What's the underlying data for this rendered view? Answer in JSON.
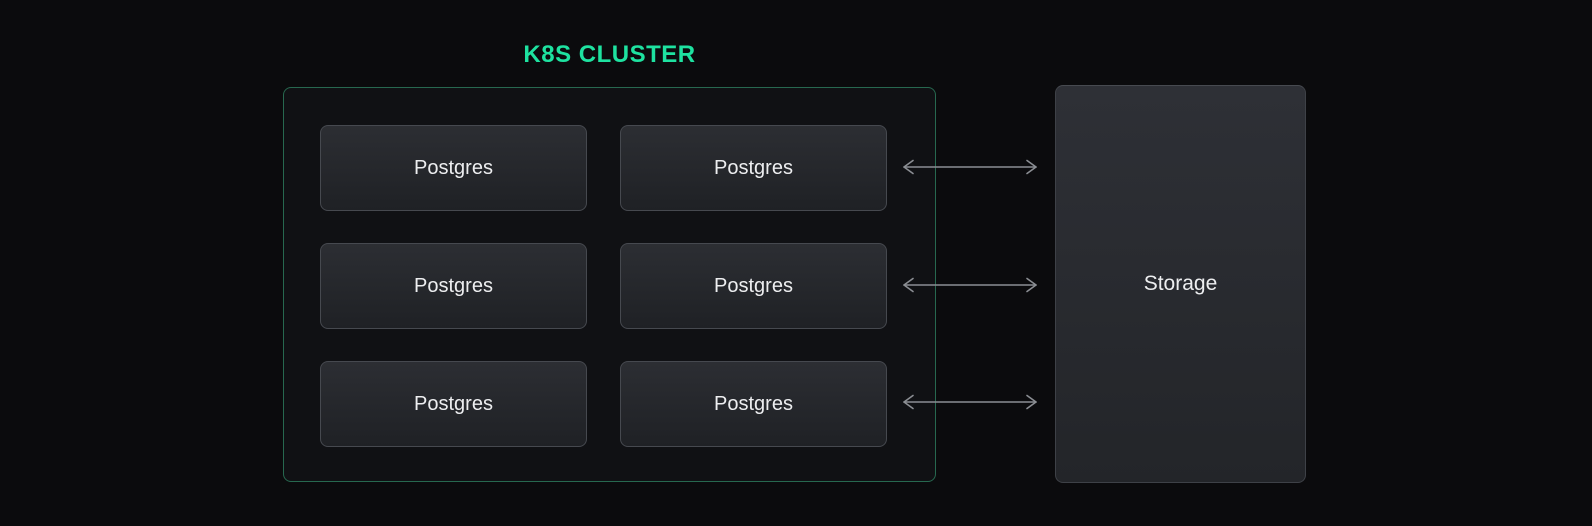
{
  "title": {
    "text": "K8S CLUSTER"
  },
  "cluster": {
    "nodes": [
      {
        "label": "Postgres"
      },
      {
        "label": "Postgres"
      },
      {
        "label": "Postgres"
      },
      {
        "label": "Postgres"
      },
      {
        "label": "Postgres"
      },
      {
        "label": "Postgres"
      }
    ]
  },
  "storage": {
    "label": "Storage"
  },
  "connections": [
    {
      "from": "postgres-row-1-col-2",
      "to": "storage",
      "type": "bidirectional-arrow"
    },
    {
      "from": "postgres-row-2-col-2",
      "to": "storage",
      "type": "bidirectional-arrow"
    },
    {
      "from": "postgres-row-3-col-2",
      "to": "storage",
      "type": "bidirectional-arrow"
    }
  ],
  "colors": {
    "bg": "#0b0b0d",
    "accent": "#1ee2a0",
    "cluster-border": "#27684f",
    "cluster-bg": "#101114",
    "node-border": "#46494f",
    "node-bg-top": "#2c2e33",
    "node-bg-bottom": "#1f2125",
    "storage-border": "#3e4147",
    "storage-bg-top": "#2e3036",
    "storage-bg-bottom": "#232529",
    "text": "#edeef0",
    "arrow": "#8b8e93"
  }
}
